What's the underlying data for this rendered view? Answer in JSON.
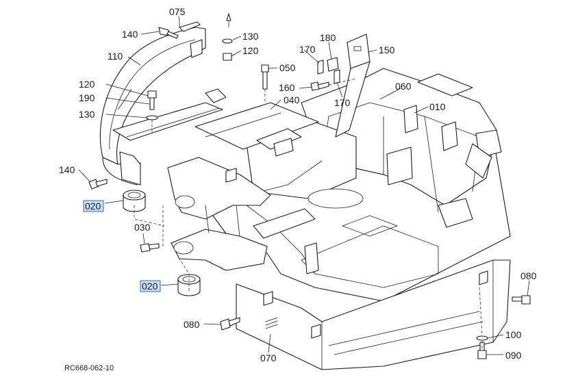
{
  "diagram": {
    "drawing_code": "RC668-062-10",
    "highlight_color": "#c9dcf2",
    "callouts": [
      {
        "id": "c075",
        "text": "075"
      },
      {
        "id": "c140a",
        "text": "140"
      },
      {
        "id": "c130a",
        "text": "130"
      },
      {
        "id": "c120a",
        "text": "120"
      },
      {
        "id": "c110",
        "text": "110"
      },
      {
        "id": "c180",
        "text": "180"
      },
      {
        "id": "c170a",
        "text": "170"
      },
      {
        "id": "c150",
        "text": "150"
      },
      {
        "id": "c050",
        "text": "050"
      },
      {
        "id": "c120b",
        "text": "120"
      },
      {
        "id": "c160",
        "text": "160"
      },
      {
        "id": "c060",
        "text": "060"
      },
      {
        "id": "c190",
        "text": "190"
      },
      {
        "id": "c040",
        "text": "040"
      },
      {
        "id": "c170b",
        "text": "170"
      },
      {
        "id": "c130b",
        "text": "130"
      },
      {
        "id": "c010",
        "text": "010"
      },
      {
        "id": "c140b",
        "text": "140"
      },
      {
        "id": "c020a",
        "text": "020",
        "highlighted": true
      },
      {
        "id": "c030",
        "text": "030"
      },
      {
        "id": "c020b",
        "text": "020",
        "highlighted": true
      },
      {
        "id": "c080a",
        "text": "080"
      },
      {
        "id": "c080b",
        "text": "080"
      },
      {
        "id": "c100",
        "text": "100"
      },
      {
        "id": "c070",
        "text": "070"
      },
      {
        "id": "c090",
        "text": "090"
      }
    ]
  }
}
